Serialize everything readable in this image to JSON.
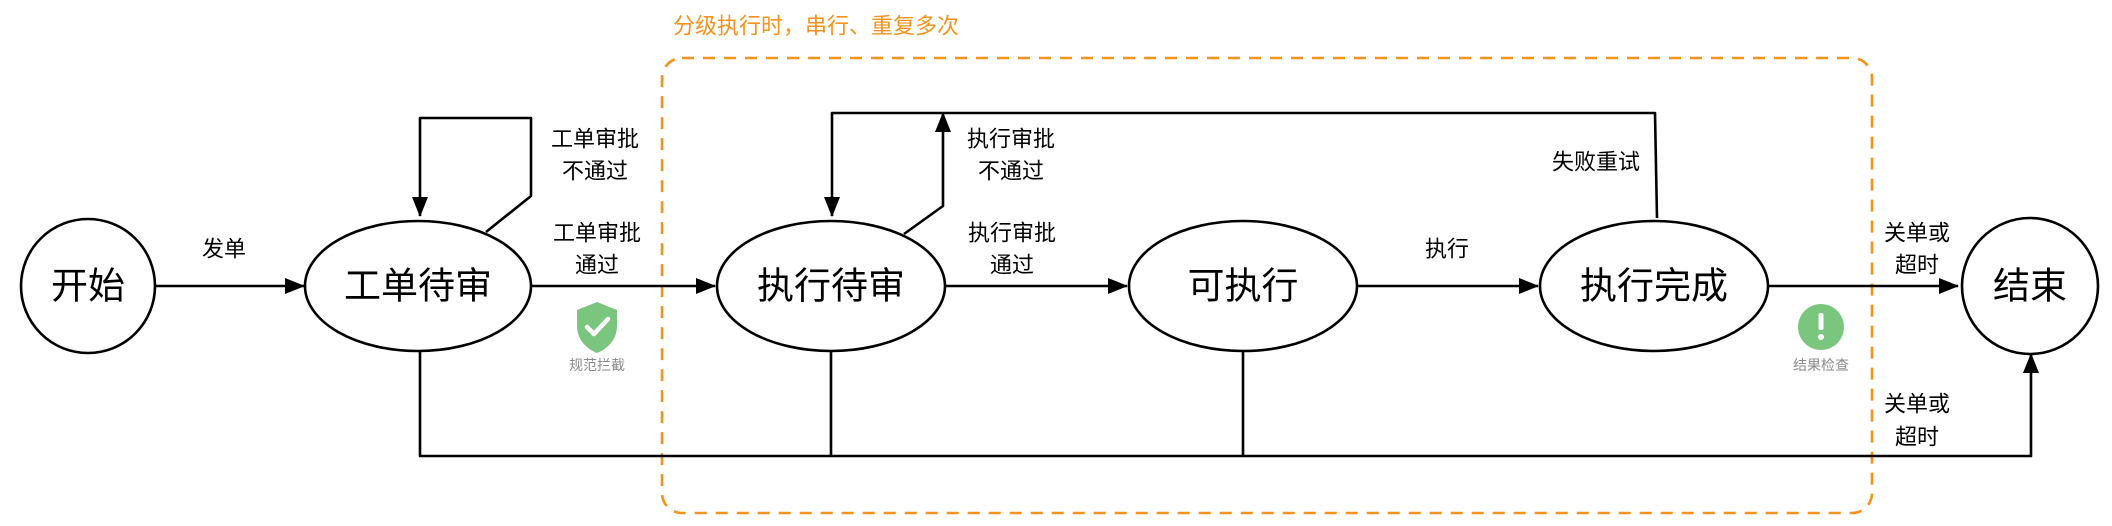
{
  "group": {
    "title": "分级执行时，串行、重复多次",
    "color": "#f7921e"
  },
  "nodes": {
    "start": "开始",
    "ticket_review": "工单待审",
    "exec_review": "执行待审",
    "executable": "可执行",
    "exec_done": "执行完成",
    "end": "结束"
  },
  "edges": {
    "issue": "发单",
    "ticket_reject_1": "工单审批",
    "ticket_reject_2": "不通过",
    "ticket_pass_1": "工单审批",
    "ticket_pass_2": "通过",
    "exec_reject_1": "执行审批",
    "exec_reject_2": "不通过",
    "exec_pass_1": "执行审批",
    "exec_pass_2": "通过",
    "execute": "执行",
    "retry": "失败重试",
    "close_top_1": "关单或",
    "close_top_2": "超时",
    "close_bottom_1": "关单或",
    "close_bottom_2": "超时"
  },
  "badges": {
    "check": {
      "caption": "规范拦截",
      "icon": "shield-check-icon",
      "color": "#7bc67e"
    },
    "result": {
      "caption": "结果检查",
      "icon": "exclamation-circle-icon",
      "color": "#7bc67e"
    }
  }
}
